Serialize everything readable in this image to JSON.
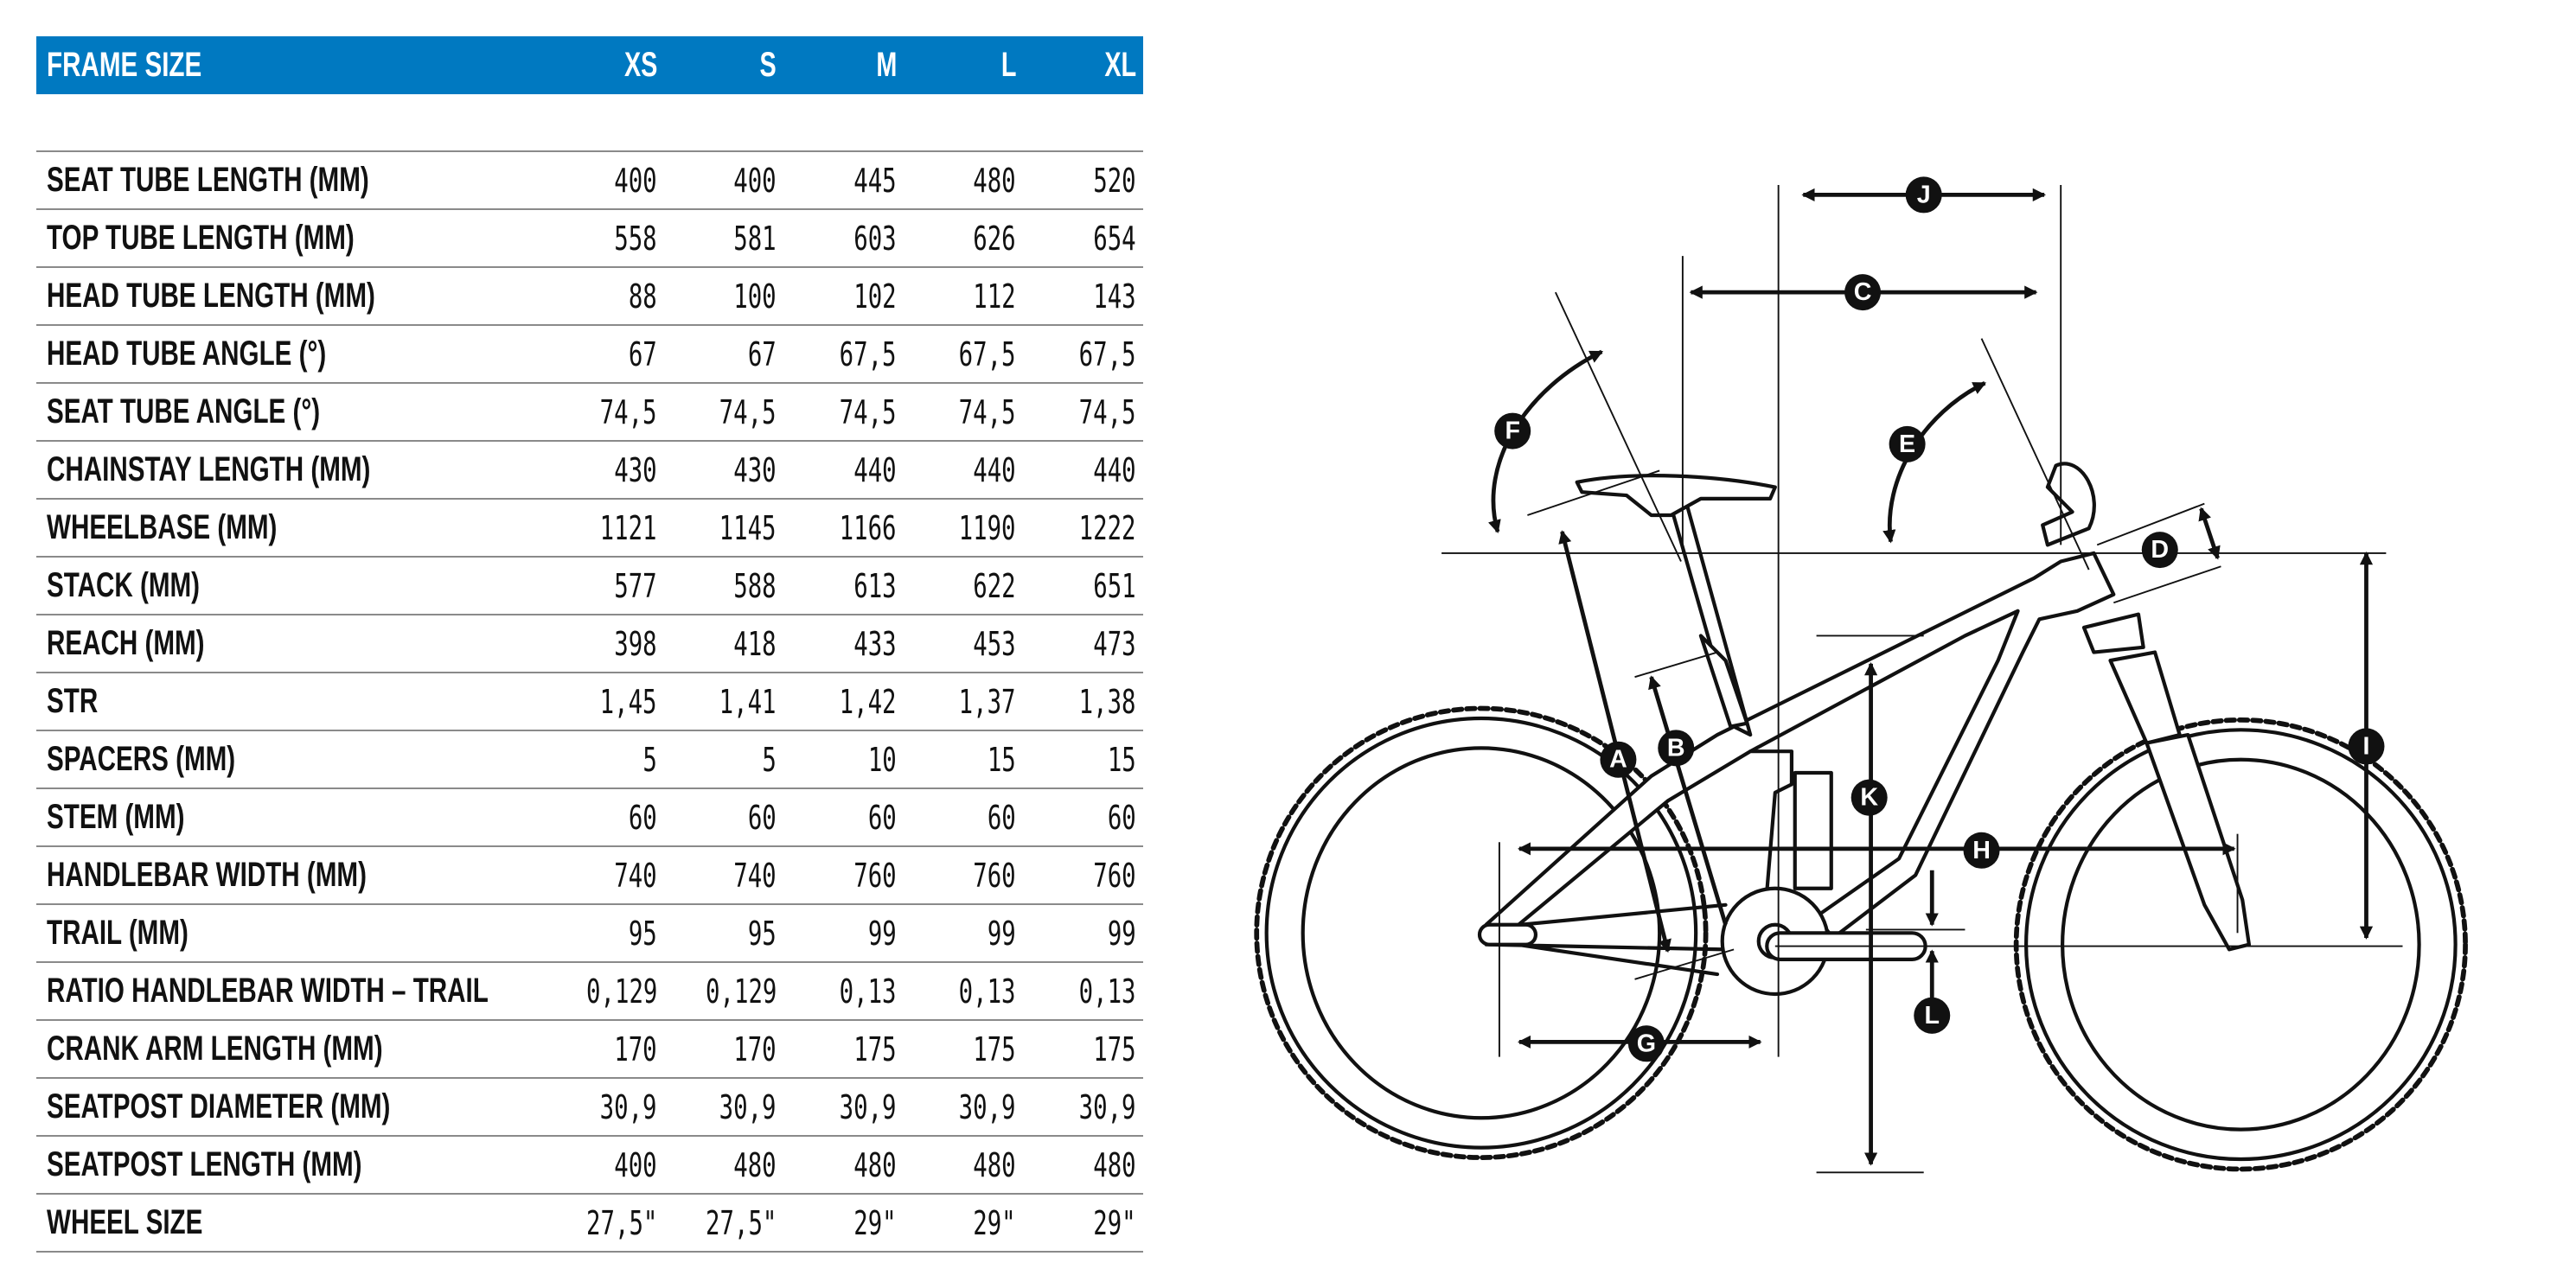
{
  "table": {
    "header": {
      "label": "FRAME SIZE",
      "sizes": [
        "XS",
        "S",
        "M",
        "L",
        "XL"
      ]
    },
    "rows": [
      {
        "label": "SEAT TUBE LENGTH (MM)",
        "values": [
          "400",
          "400",
          "445",
          "480",
          "520"
        ]
      },
      {
        "label": "TOP TUBE LENGTH (MM)",
        "values": [
          "558",
          "581",
          "603",
          "626",
          "654"
        ]
      },
      {
        "label": "HEAD TUBE LENGTH (MM)",
        "values": [
          "88",
          "100",
          "102",
          "112",
          "143"
        ]
      },
      {
        "label": "HEAD TUBE ANGLE (°)",
        "values": [
          "67",
          "67",
          "67,5",
          "67,5",
          "67,5"
        ]
      },
      {
        "label": "SEAT TUBE ANGLE (°)",
        "values": [
          "74,5",
          "74,5",
          "74,5",
          "74,5",
          "74,5"
        ]
      },
      {
        "label": "CHAINSTAY LENGTH (MM)",
        "values": [
          "430",
          "430",
          "440",
          "440",
          "440"
        ]
      },
      {
        "label": "WHEELBASE (MM)",
        "values": [
          "1121",
          "1145",
          "1166",
          "1190",
          "1222"
        ]
      },
      {
        "label": "STACK (MM)",
        "values": [
          "577",
          "588",
          "613",
          "622",
          "651"
        ]
      },
      {
        "label": "REACH (MM)",
        "values": [
          "398",
          "418",
          "433",
          "453",
          "473"
        ]
      },
      {
        "label": "STR",
        "values": [
          "1,45",
          "1,41",
          "1,42",
          "1,37",
          "1,38"
        ]
      },
      {
        "label": "SPACERS (MM)",
        "values": [
          "5",
          "5",
          "10",
          "15",
          "15"
        ]
      },
      {
        "label": "STEM (MM)",
        "values": [
          "60",
          "60",
          "60",
          "60",
          "60"
        ]
      },
      {
        "label": "HANDLEBAR WIDTH (MM)",
        "values": [
          "740",
          "740",
          "760",
          "760",
          "760"
        ]
      },
      {
        "label": "TRAIL (MM)",
        "values": [
          "95",
          "95",
          "99",
          "99",
          "99"
        ]
      },
      {
        "label": "RATIO HANDLEBAR WIDTH – TRAIL",
        "values": [
          "0,129",
          "0,129",
          "0,13",
          "0,13",
          "0,13"
        ]
      },
      {
        "label": "CRANK ARM LENGTH (MM)",
        "values": [
          "170",
          "170",
          "175",
          "175",
          "175"
        ]
      },
      {
        "label": "SEATPOST DIAMETER (MM)",
        "values": [
          "30,9",
          "30,9",
          "30,9",
          "30,9",
          "30,9"
        ]
      },
      {
        "label": "SEATPOST LENGTH (MM)",
        "values": [
          "400",
          "480",
          "480",
          "480",
          "480"
        ]
      },
      {
        "label": "WHEEL SIZE",
        "values": [
          "27,5\"",
          "27,5\"",
          "29\"",
          "29\"",
          "29\""
        ]
      }
    ]
  },
  "colors": {
    "header_bg": "#0079C1",
    "header_text": "#FFFFFF",
    "line": "#8A8A8A",
    "ink": "#111111"
  },
  "diagram": {
    "labels": {
      "A": "A",
      "B": "B",
      "C": "C",
      "D": "D",
      "E": "E",
      "F": "F",
      "G": "G",
      "H": "H",
      "I": "I",
      "J": "J",
      "K": "K",
      "L": "L"
    }
  }
}
